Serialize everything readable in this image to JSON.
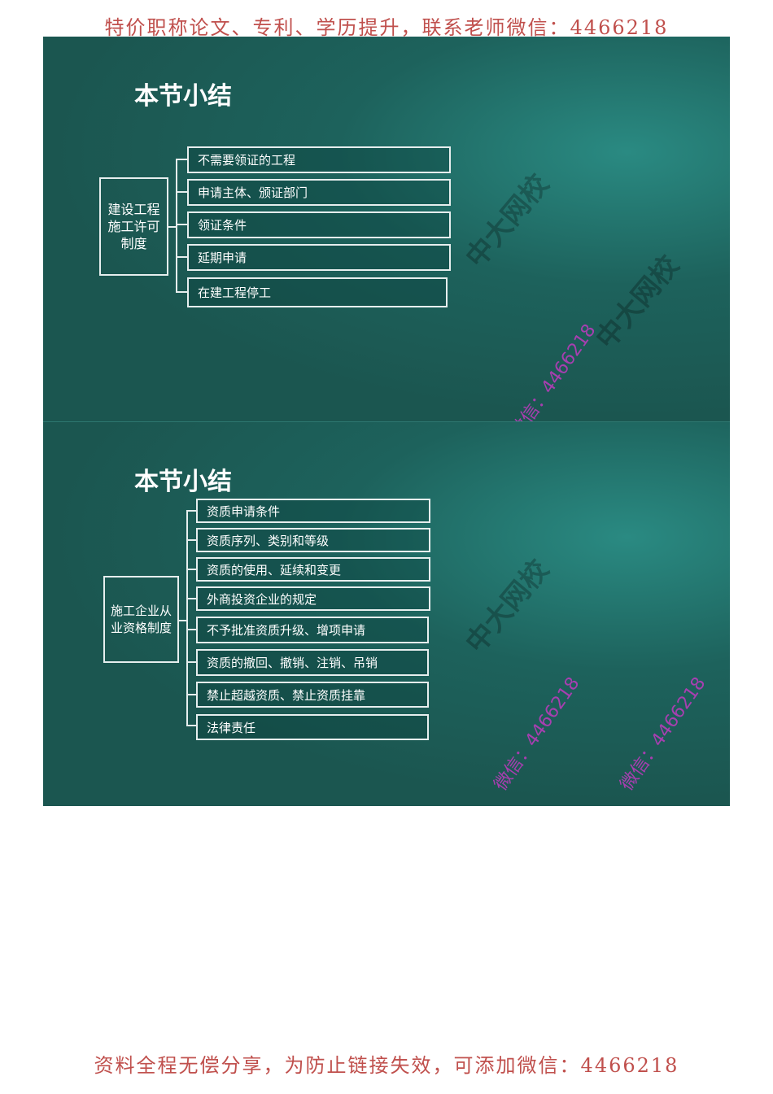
{
  "header_banner": "特价职称论文、专利、学历提升，联系老师微信：4466218",
  "footer_banner": "资料全程无偿分享，为防止链接失效，可添加微信：4466218",
  "watermark": "微信：4466218",
  "logo_text": "中大网校",
  "slides": [
    {
      "title": "本节小结",
      "root": "建设工程施工许可制度",
      "items": [
        "不需要领证的工程",
        "申请主体、颁证部门",
        "领证条件",
        "延期申请",
        "在建工程停工"
      ]
    },
    {
      "title": "本节小结",
      "root": "施工企业从业资格制度",
      "items": [
        "资质申请条件",
        "资质序列、类别和等级",
        "资质的使用、延续和变更",
        "外商投资企业的规定",
        "不予批准资质升级、增项申请",
        "资质的撤回、撤销、注销、吊销",
        "禁止超越资质、禁止资质挂靠",
        "法律责任"
      ]
    }
  ],
  "colors": {
    "slide_bg": "#1b5650",
    "banner": "#c0504d",
    "watermark": "#c03ac0"
  }
}
